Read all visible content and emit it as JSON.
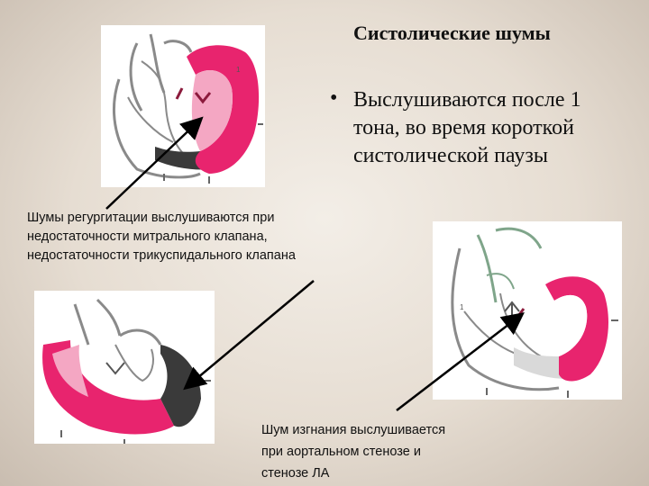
{
  "slide": {
    "title": "Систолические шумы",
    "bullet_symbol": "•",
    "bullet_text": "Выслушиваются после 1 тона, во время короткой систолической паузы",
    "caption_regurgitation": [
      "Шумы регургитации выслушиваются при",
      "недостаточности митрального клапана,",
      "недостаточности трикуспидального клапана"
    ],
    "caption_ejection": [
      "Шум изгнания выслушивается",
      "при аортальном стенозе и",
      "стенозе ЛА"
    ],
    "figure_markers": [
      "1",
      "1"
    ]
  },
  "colors": {
    "heart_pink": "#e8246e",
    "heart_light_pink": "#f4a7c3",
    "heart_dark": "#3a3a3a",
    "outline_gray": "#8a8a8a",
    "green_outline": "#7fa58a"
  }
}
